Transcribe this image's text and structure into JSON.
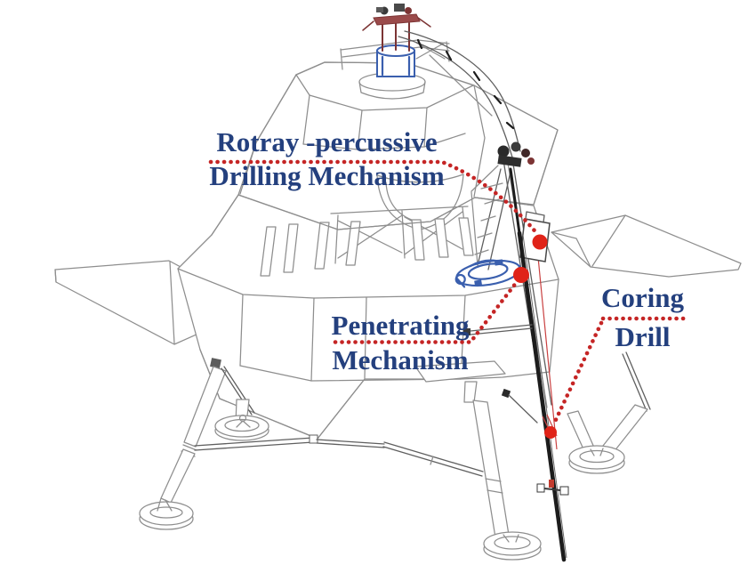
{
  "callouts": {
    "rotary_percussive": {
      "line1": "Rotray -percussive",
      "line2": "Drilling Mechanism"
    },
    "penetrating": {
      "line1": "Penetrating",
      "line2": "Mechanism"
    },
    "coring": {
      "line1": "Coring",
      "line2": "Drill"
    }
  },
  "colors": {
    "label_text": "#24407e",
    "leader": "#c52525",
    "marker": "#e02318",
    "line_art": "#8e8e8e",
    "line_art_dark": "#5f5f5f",
    "drill_dark": "#1c1c1c",
    "mech_blue": "#3a5fae",
    "mech_maroon": "#7c3434"
  }
}
